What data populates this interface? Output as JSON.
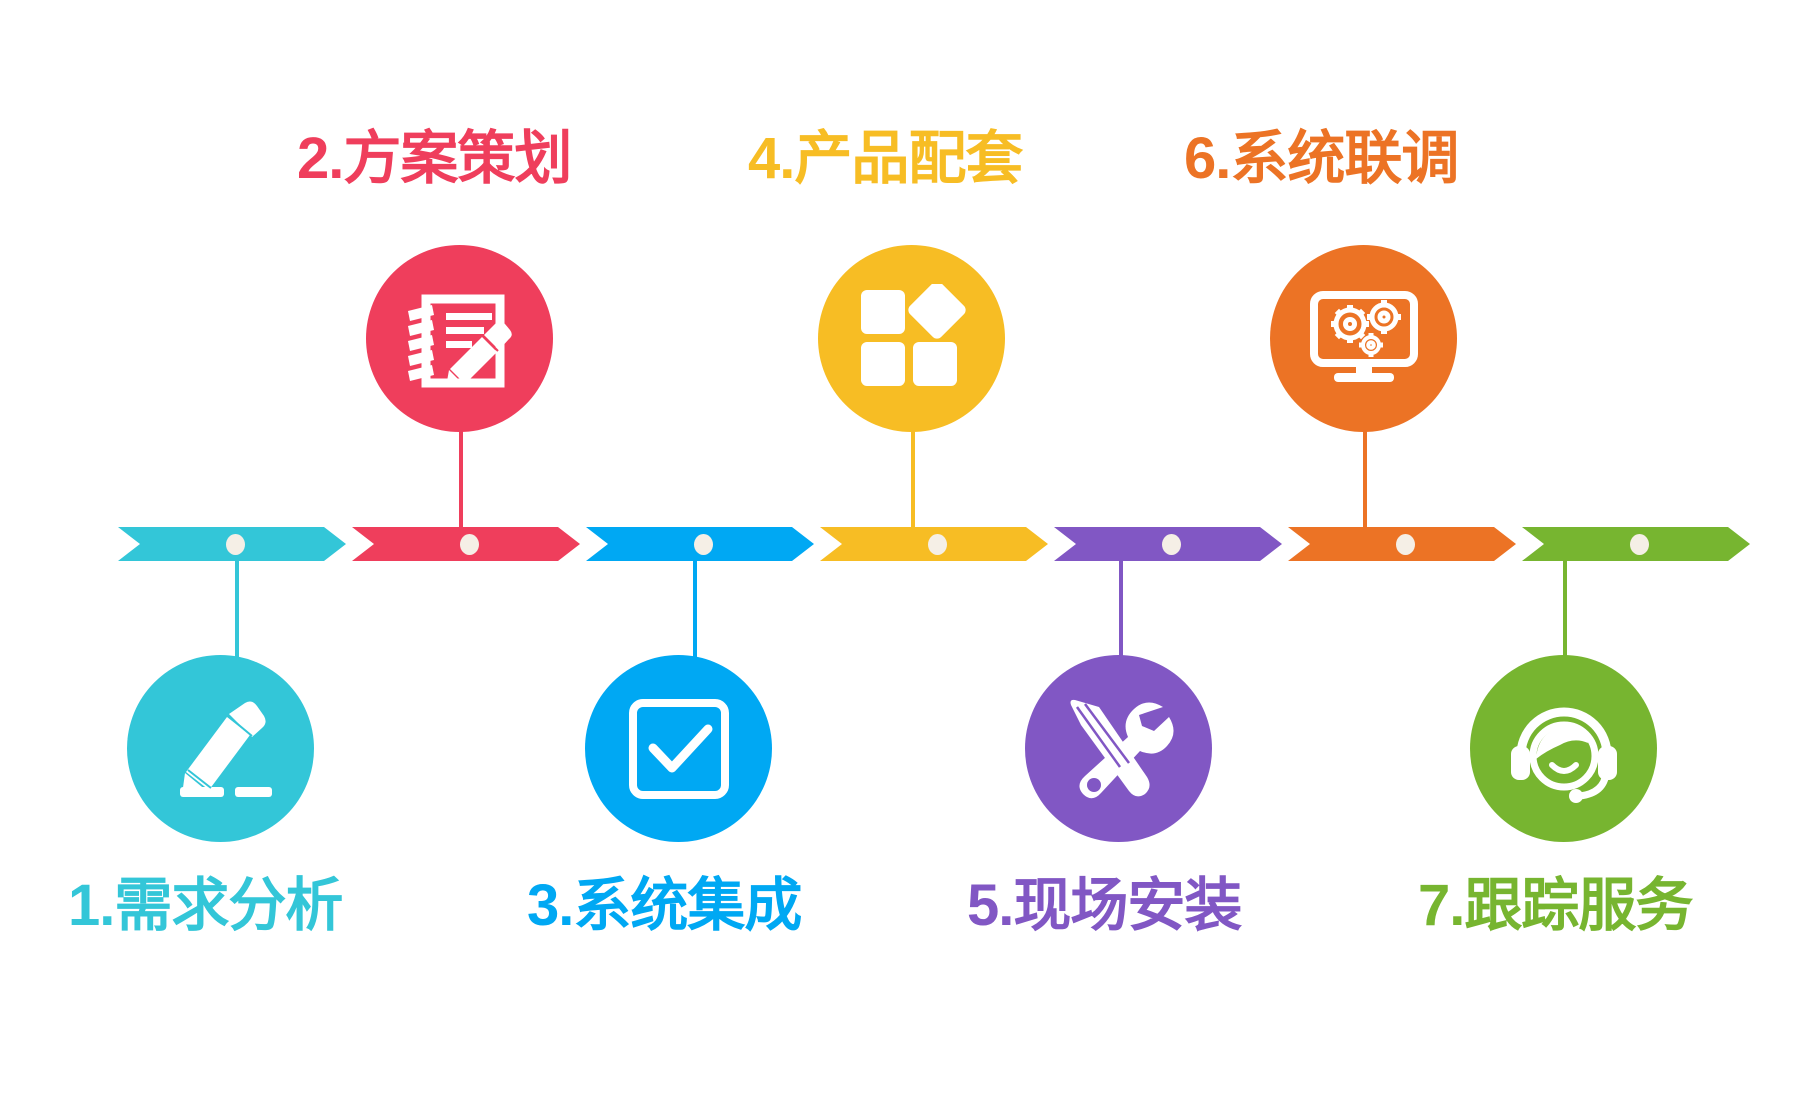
{
  "diagram": {
    "title": "7-step service process flow",
    "background_color": "#ffffff",
    "dot_color": "#f5efe6"
  },
  "steps": [
    {
      "number": "1.",
      "label": "1.需求分析",
      "text": "需求分析",
      "color": "#33c6d8",
      "position": "bottom",
      "icon": "pencil-edit-icon",
      "segment_index": 0
    },
    {
      "number": "2.",
      "label": "2.方案策划",
      "text": "方案策划",
      "color": "#ef3e5c",
      "position": "top",
      "icon": "notepad-pencil-icon",
      "segment_index": 1
    },
    {
      "number": "3.",
      "label": "3.系统集成",
      "text": "系统集成",
      "color": "#00a8f3",
      "position": "bottom",
      "icon": "checkbox-check-icon",
      "segment_index": 2
    },
    {
      "number": "4.",
      "label": "4.产品配套",
      "text": "产品配套",
      "color": "#f7bd24",
      "position": "top",
      "icon": "squares-diamond-icon",
      "segment_index": 3
    },
    {
      "number": "5.",
      "label": "5.现场安装",
      "text": "现场安装",
      "color": "#8157c4",
      "position": "bottom",
      "icon": "wrench-screwdriver-icon",
      "segment_index": 4
    },
    {
      "number": "6.",
      "label": "6.系统联调",
      "text": "系统联调",
      "color": "#ec7325",
      "position": "top",
      "icon": "monitor-gears-icon",
      "segment_index": 5
    },
    {
      "number": "7.",
      "label": "7.跟踪服务",
      "text": "跟踪服务",
      "color": "#77b530",
      "position": "bottom",
      "icon": "headset-support-icon",
      "segment_index": 6
    }
  ]
}
